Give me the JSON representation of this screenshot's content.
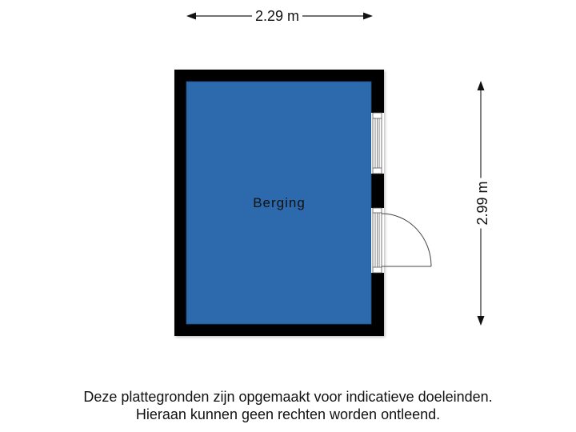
{
  "floorplan": {
    "dimensions": {
      "width_label": "2.29 m",
      "height_label": "2.99 m"
    },
    "rooms": [
      {
        "name": "Berging",
        "fill": "#2c6aad"
      }
    ],
    "colors": {
      "wall": "#000000",
      "room_fill": "#2c6aad",
      "dimension_line": "#555555",
      "background": "#ffffff"
    },
    "openings": [
      {
        "type": "window",
        "wall": "right"
      },
      {
        "type": "door",
        "wall": "right",
        "swing": "outward"
      }
    ]
  },
  "disclaimer": {
    "line1": "Deze plattegronden zijn opgemaakt voor indicatieve doeleinden.",
    "line2": "Hieraan kunnen geen rechten worden ontleend."
  }
}
